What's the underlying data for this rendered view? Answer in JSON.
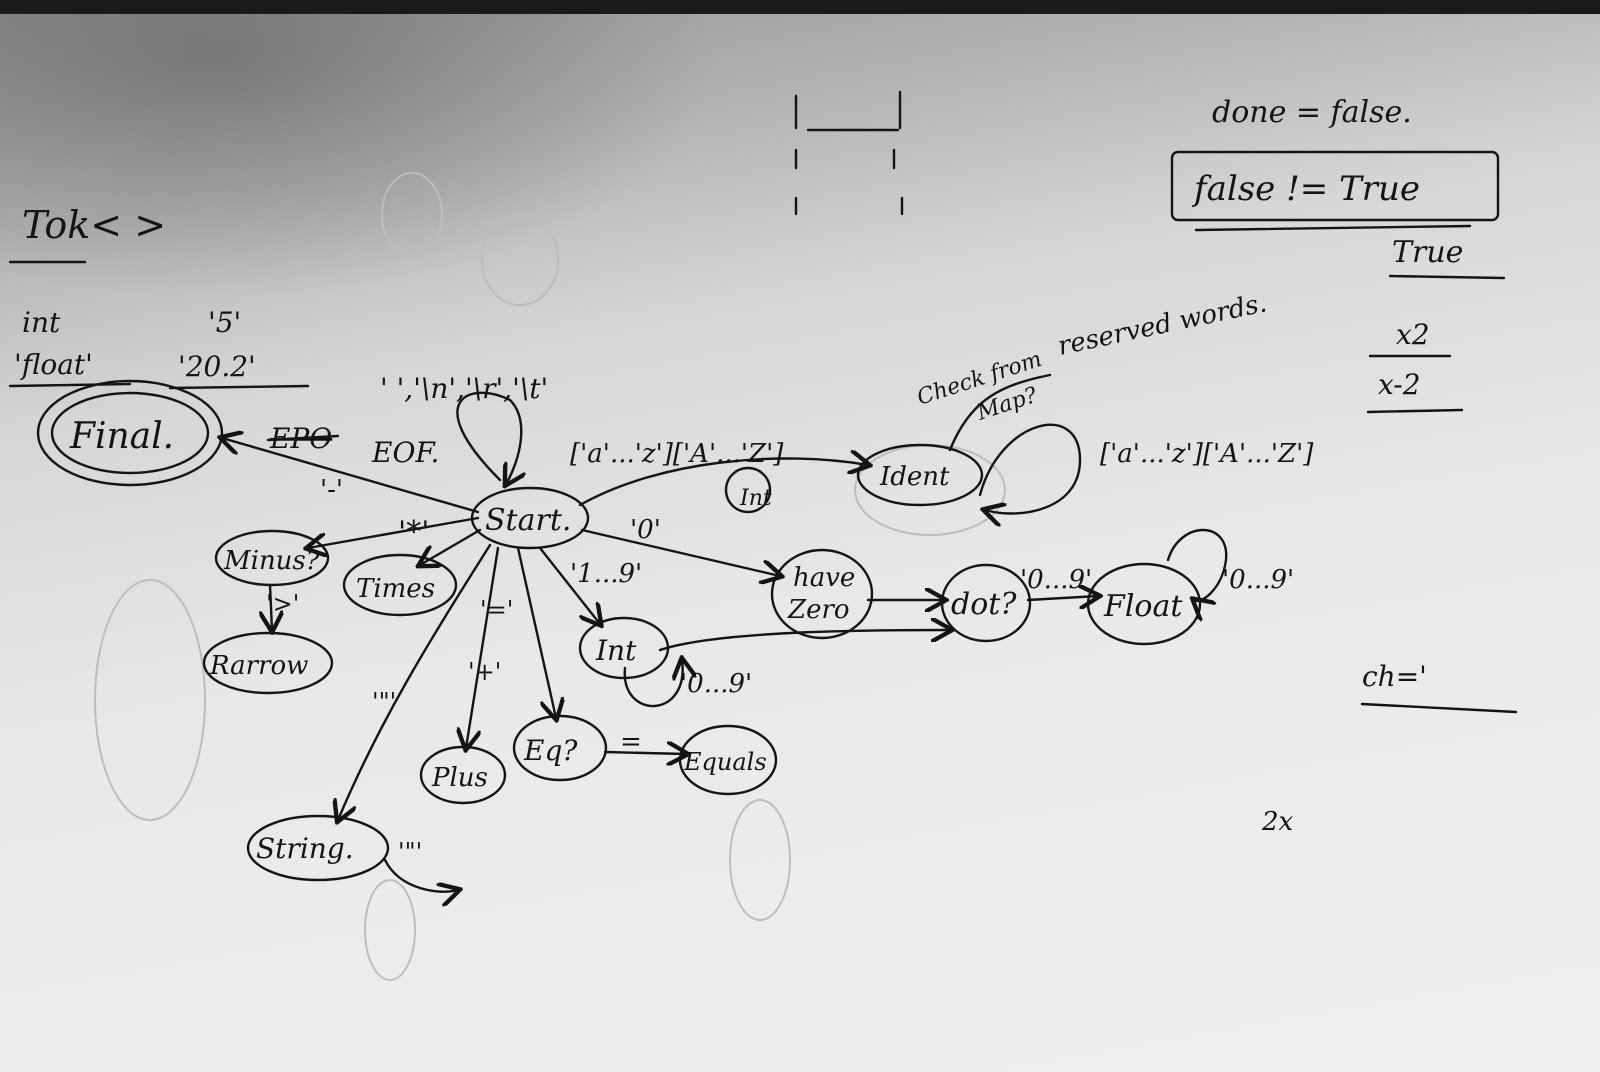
{
  "token_notes": {
    "heading": "Tok< >",
    "int_label": "int",
    "int_value": "'5'",
    "float_label": "'float'",
    "float_value": "'20.2'"
  },
  "states": {
    "final": "Final.",
    "start": "Start.",
    "minus": "Minus?",
    "times": "Times",
    "arrow": "Rarrow",
    "plus": "Plus",
    "eq": "Eq?",
    "equals": "Equals",
    "int": "Int",
    "have_zero_line1": "have",
    "have_zero_line2": "Zero",
    "dot": "dot?",
    "float": "Float",
    "ident": "Ident",
    "string": "String."
  },
  "transitions": {
    "eof_struck": "EPO",
    "eof": "EOF.",
    "whitespace": "' ','\\n','\\r','\\t'",
    "minus": "'-'",
    "times": "'*'",
    "arrow": "'>'",
    "plus": "'+'",
    "eq": "'='",
    "equals": "=",
    "digits_start": "'1...9'",
    "zero": "'0'",
    "int_loop": "'0...9'",
    "string_quote": "'\"'",
    "string_exit": "'\"'",
    "letters_in": "['a'...'z']['A'...'Z']",
    "letters_loop": "['a'...'z']['A'...'Z']",
    "dot_to_float": "'0...9'",
    "float_loop": "'0...9'",
    "check_line1": "Check from",
    "check_line2": "Map?",
    "reserved": "reserved words.",
    "scribble": "Int"
  },
  "right_notes": {
    "done": "done = false.",
    "boxed": "false != True",
    "result": "True",
    "x2": "x2",
    "x_minus_2": "x-2",
    "ch": "ch='",
    "two_x": "2x"
  }
}
